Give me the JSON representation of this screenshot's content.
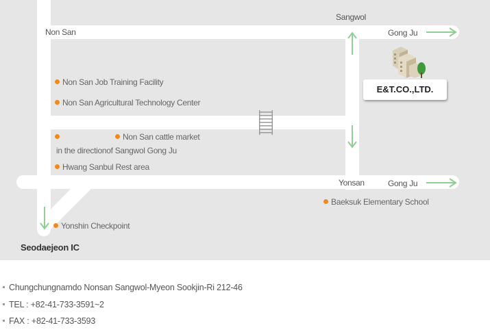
{
  "map": {
    "places": {
      "non_san": "Non San",
      "sangwol": "Sangwol",
      "gong_ju_top": "Gong Ju",
      "yonsan": "Yonsan",
      "gong_ju_bottom": "Gong Ju",
      "seodaejeon_ic": "Seodaejeon IC"
    },
    "company": "E&T.CO.,LTD.",
    "pois": {
      "job_training": "Non San Job Training Facility",
      "agri_center": "Non San Agricultural Technology Center",
      "cattle_market": "Non San cattle market",
      "direction_text": "in the directionof Sangwol Gong Ju",
      "rest_area": "Hwang Sanbul Rest area",
      "baeksuk_school": "Baeksuk Elementary School",
      "yonshin_checkpoint": "Yonshin Checkpoint"
    },
    "colors": {
      "background": "#e6e6e6",
      "road": "#ffffff",
      "arrow": "#8fcf93",
      "poi_dot": "#f08a1c"
    }
  },
  "contact": {
    "address": "Chungchungnamdo Nonsan Sangwol-Myeon Sookjin-Ri 212-46",
    "tel": "TEL : +82-41-733-3591~2",
    "fax": "FAX : +82-41-733-3593"
  }
}
